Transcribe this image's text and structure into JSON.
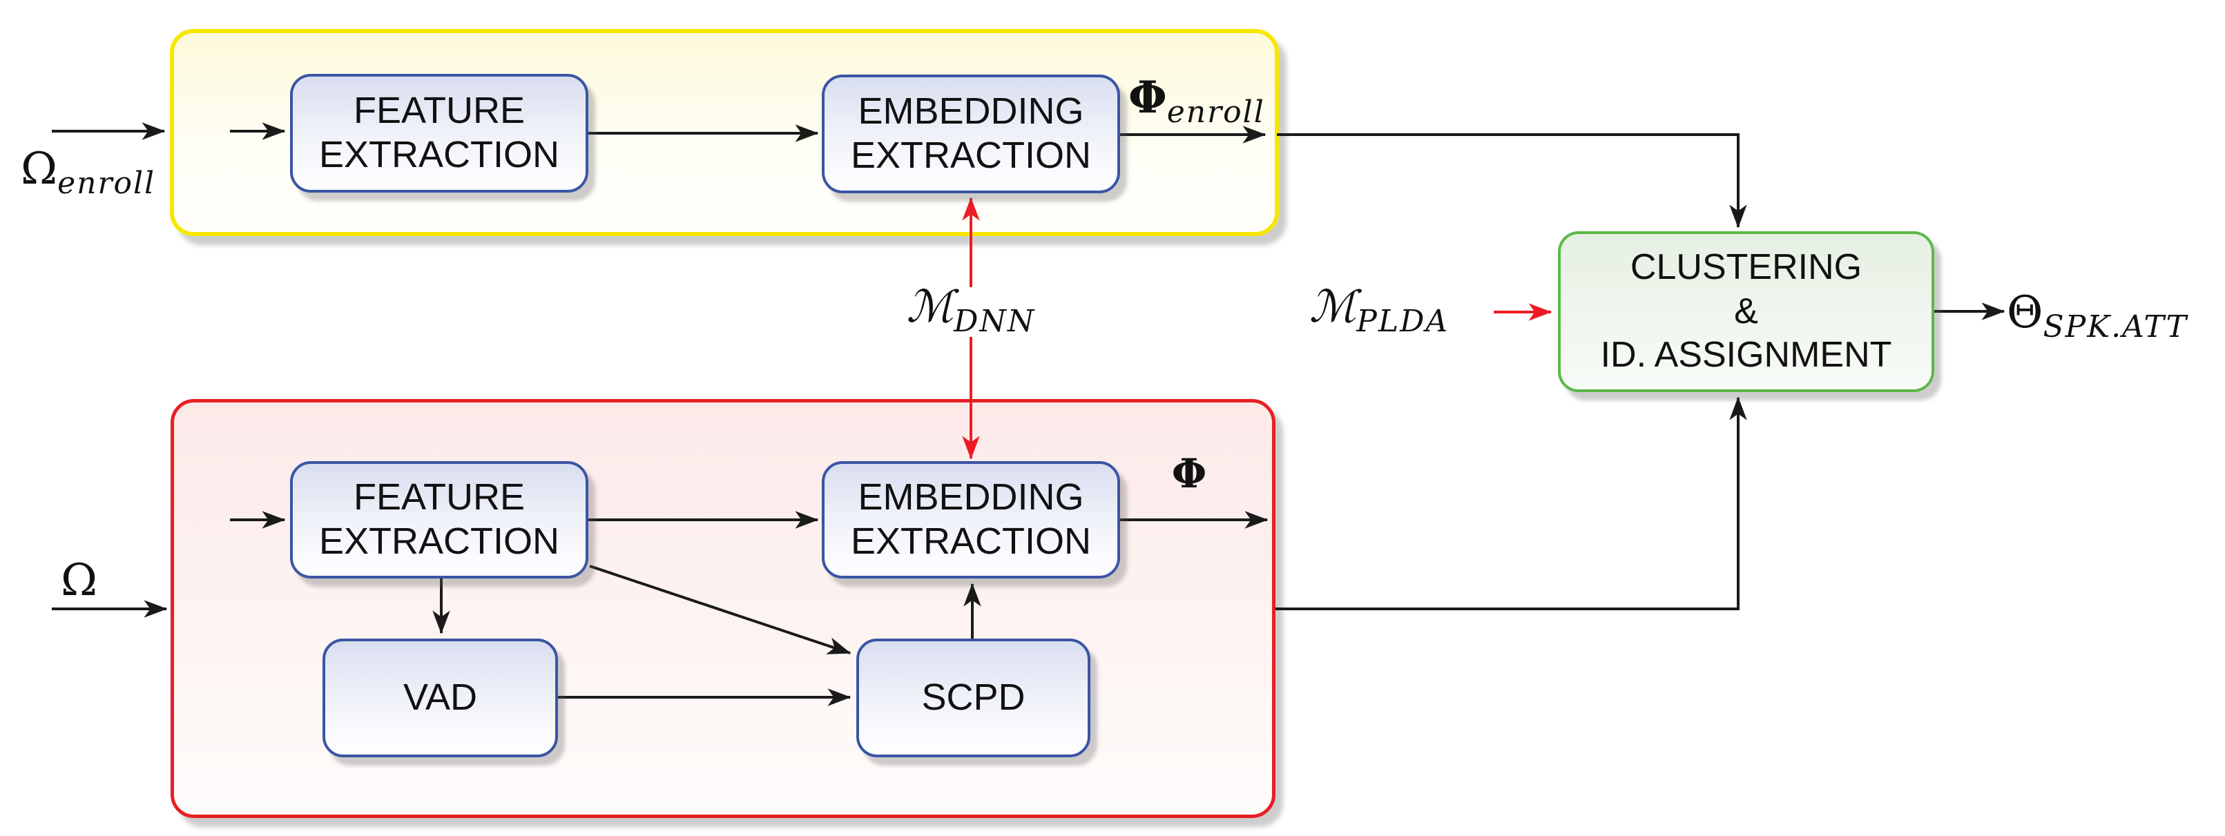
{
  "diagram_type": "block-diagram",
  "title_hint": "speaker clustering / identification pipeline",
  "nodes": {
    "top_feature_extraction": {
      "lines": [
        "FEATURE",
        "EXTRACTION"
      ]
    },
    "top_embedding_extraction": {
      "lines": [
        "EMBEDDING",
        "EXTRACTION"
      ]
    },
    "bottom_feature_extraction": {
      "lines": [
        "FEATURE",
        "EXTRACTION"
      ]
    },
    "bottom_embedding_extraction": {
      "lines": [
        "EMBEDDING",
        "EXTRACTION"
      ]
    },
    "vad": {
      "label": "VAD"
    },
    "scpd": {
      "label": "SCPD"
    },
    "clustering": {
      "lines": [
        "CLUSTERING",
        "&",
        "ID. ASSIGNMENT"
      ]
    }
  },
  "math": {
    "omega_enroll": {
      "main": "Ω",
      "sub": "enroll"
    },
    "omega": {
      "main": "Ω",
      "sub": ""
    },
    "phi_enroll": {
      "main": "Φ",
      "sub": "enroll"
    },
    "phi": {
      "main": "Φ",
      "sub": ""
    },
    "m_dnn": {
      "main": "ℳ",
      "sub": "DNN"
    },
    "m_plda": {
      "main": "ℳ",
      "sub": "PLDA"
    },
    "theta_spk_att": {
      "main": "Θ",
      "sub": "SPK.ATT"
    }
  },
  "colors": {
    "yellow_border": "#f7e701",
    "yellow_fill_top": "#fdf9da",
    "red_border": "#e81f25",
    "red_fill_top": "#fbe9e8",
    "green_border": "#5cb848",
    "green_fill_top": "#e6f0e3",
    "blue_border": "#3a55a3",
    "blue_fill_top": "#d9def0",
    "line_black": "#1a1a1a",
    "line_red": "#ed1c24"
  }
}
